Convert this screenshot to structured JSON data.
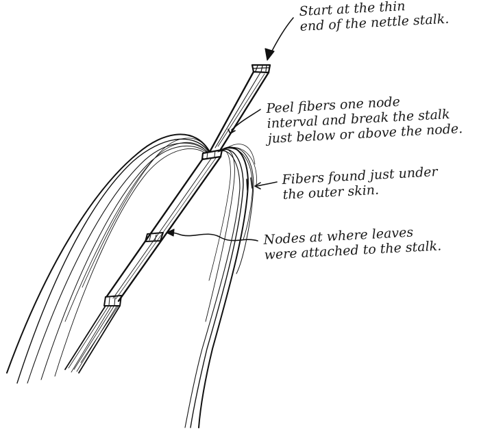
{
  "annotations": {
    "start": {
      "lines": [
        "Start at the thin",
        "end of the nettle stalk."
      ]
    },
    "peel": {
      "lines": [
        "Peel fibers one node",
        "interval and break the stalk",
        "just below or above the node."
      ]
    },
    "fibers": {
      "lines": [
        "Fibers found just under",
        "the outer skin."
      ]
    },
    "nodes": {
      "lines": [
        "Nodes at where leaves",
        "were attached to the stalk."
      ]
    }
  }
}
